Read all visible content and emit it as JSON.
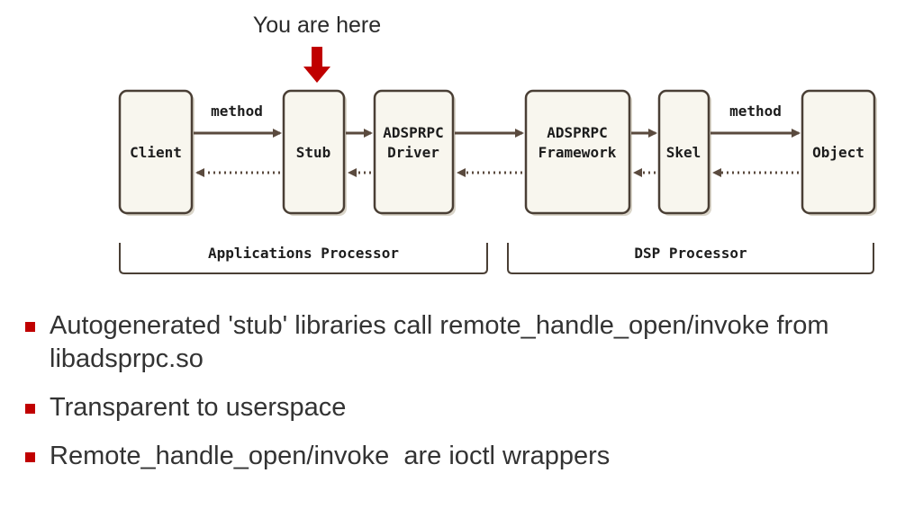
{
  "diagram": {
    "here_label": "You are here",
    "nodes": [
      {
        "id": "client",
        "lines": [
          "Client"
        ]
      },
      {
        "id": "stub",
        "lines": [
          "Stub"
        ]
      },
      {
        "id": "driver",
        "lines": [
          "ADSPRPC",
          "Driver"
        ]
      },
      {
        "id": "framework",
        "lines": [
          "ADSPRPC",
          "Framework"
        ]
      },
      {
        "id": "skel",
        "lines": [
          "Skel"
        ]
      },
      {
        "id": "object",
        "lines": [
          "Object"
        ]
      }
    ],
    "edge_label_left": "method",
    "edge_label_right": "method",
    "groups": [
      "Applications Processor",
      "DSP Processor"
    ],
    "colors": {
      "marker": "#c00000",
      "box_fill": "#f8f6ee",
      "box_stroke": "#4a3f35",
      "arrow": "#5a4a3e",
      "bullet": "#c00000"
    }
  },
  "bullets": [
    "Autogenerated 'stub' libraries call remote_handle_open/invoke from libadsprpc.so",
    "Transparent to userspace",
    "Remote_handle_open/invoke  are ioctl wrappers"
  ]
}
